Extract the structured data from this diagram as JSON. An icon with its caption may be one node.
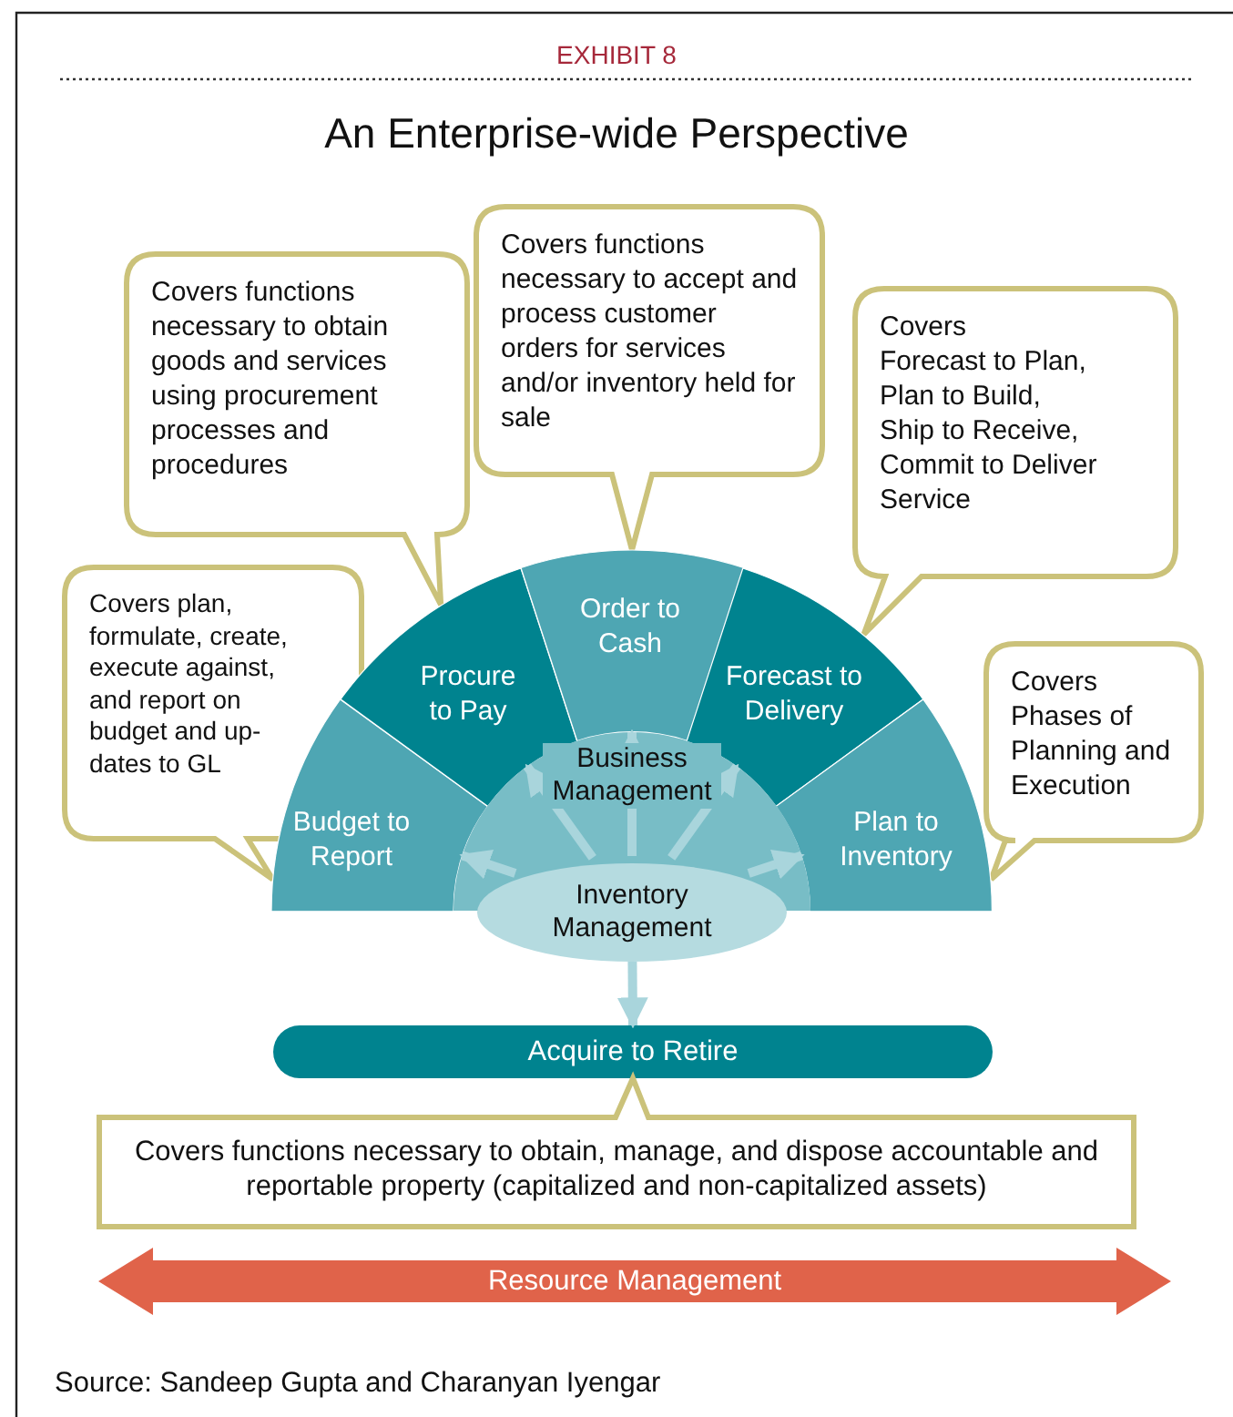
{
  "diagram": {
    "title": "An Enterprise-wide Perspective",
    "caption": "Source: Sandeep Gupta and Charanyan Iyengar",
    "nodes": [
      {
        "text": [
          "Covers functions necessary to obtain goods and services using procurement processes and procedures"
        ]
      },
      {
        "text": [
          "Covers functions necessary to accept and process customer orders for services and/or inventory held for sale"
        ]
      },
      {
        "text": [
          "Covers",
          "Forecast to Plan,",
          "Plan to Build,",
          "Ship to Receive,",
          "Commit to Deliver Service"
        ]
      },
      {
        "text": [
          "Covers plan, formulate, create, execute against, and report on budget and up-dates to GL"
        ]
      },
      {
        "text": [
          "Covers Phases of Planning and Execution"
        ]
      },
      {
        "text": [
          "Budget to Report"
        ]
      },
      {
        "text": [
          "Procure to Pay"
        ]
      },
      {
        "text": [
          "Order to Cash"
        ]
      },
      {
        "text": [
          "Forecast to Delivery"
        ]
      },
      {
        "text": [
          "Plan to Inventory"
        ]
      },
      {
        "text": [
          "Business Management"
        ]
      },
      {
        "text": [
          "Inventory Management"
        ]
      },
      {
        "text": [
          "Acquire to Retire"
        ]
      },
      {
        "text": [
          "Covers functions necessary to obtain, manage, and dispose accountable and reportable property (capitalized and non-capitalized assets)"
        ]
      },
      {
        "text": [
          "Resource Management"
        ]
      }
    ],
    "edges": [
      {
        "from": 10,
        "to": 5,
        "arrow": "to"
      },
      {
        "from": 10,
        "to": 6,
        "arrow": "to"
      },
      {
        "from": 10,
        "to": 7,
        "arrow": "to"
      },
      {
        "from": 10,
        "to": 8,
        "arrow": "to"
      },
      {
        "from": 10,
        "to": 9,
        "arrow": "to"
      },
      {
        "from": 11,
        "to": 12,
        "arrow": "to"
      }
    ],
    "labels": [
      "EXHIBIT 8"
    ]
  }
}
